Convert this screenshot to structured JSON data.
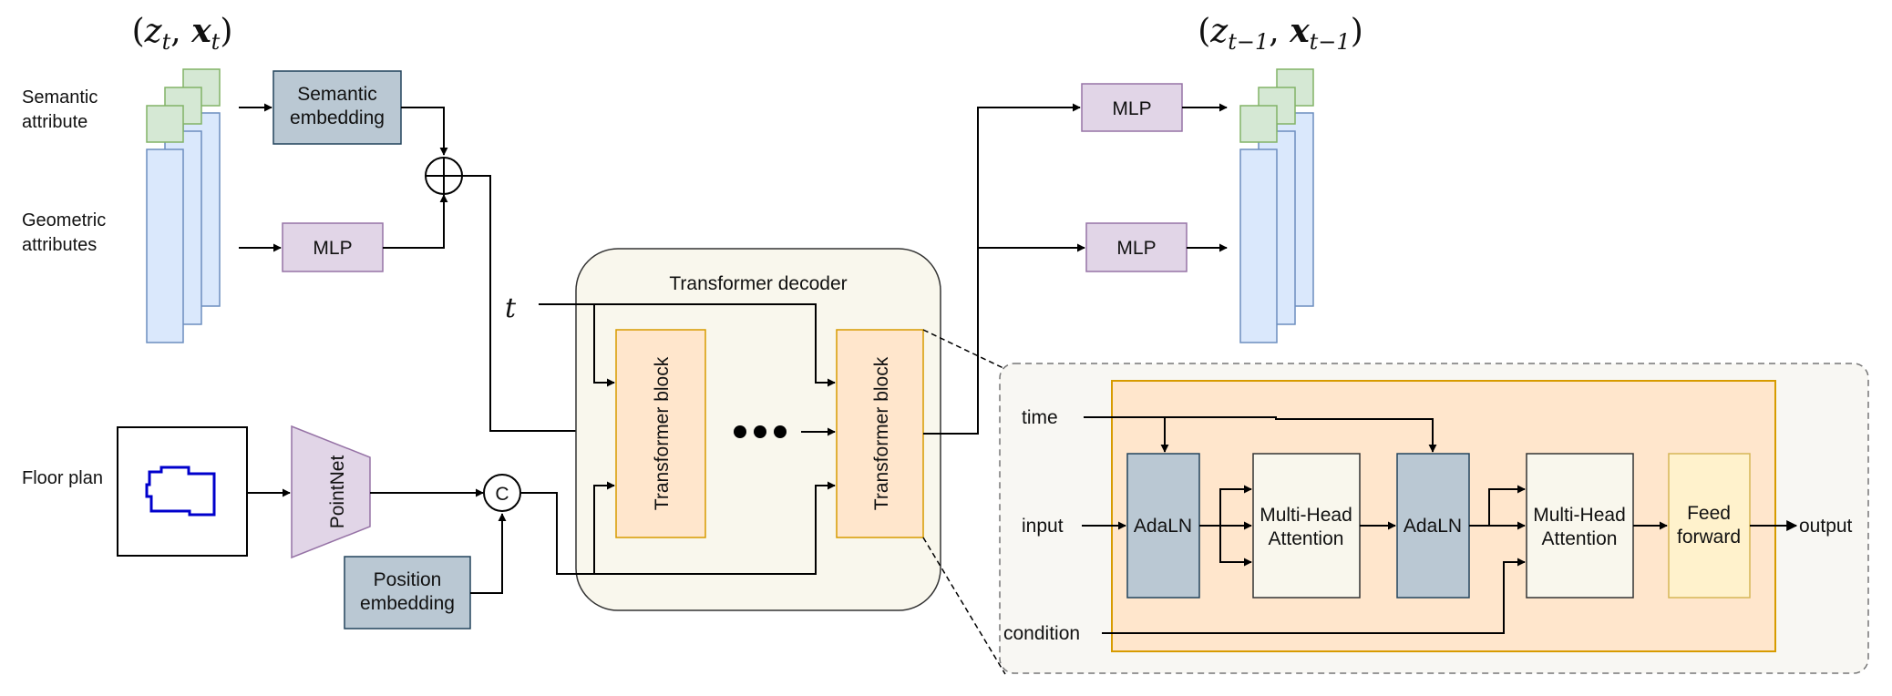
{
  "inputs": {
    "state_t": "(z_t, x_t)",
    "semantic_attribute": [
      "Semantic",
      "attribute"
    ],
    "geometric_attributes": [
      "Geometric",
      "attributes"
    ],
    "floor_plan": "Floor plan",
    "time_symbol": "t"
  },
  "encoders": {
    "semantic_embedding": [
      "Semantic",
      "embedding"
    ],
    "mlp": "MLP",
    "pointnet": "PointNet",
    "position_embedding": [
      "Position",
      "embedding"
    ],
    "concat_symbol": "C"
  },
  "decoder": {
    "title": "Transformer decoder",
    "block_label": "Transformer block"
  },
  "outputs": {
    "state_t_minus_1": "(z_{t-1}, x_{t-1})",
    "mlp_top": "MLP",
    "mlp_bottom": "MLP"
  },
  "detail": {
    "time": "time",
    "input": "input",
    "condition": "condition",
    "output": "output",
    "adaln": "AdaLN",
    "mha": [
      "Multi-Head",
      "Attention"
    ],
    "ff": [
      "Feed",
      "forward"
    ]
  },
  "colors": {
    "slot_green": "#d5e8d4",
    "slot_green_border": "#82b366",
    "slot_blue": "#dae8fc",
    "slot_blue_border": "#6c8ebf",
    "purple_fill": "#e1d5e7",
    "purple_border": "#9673a6",
    "slate_fill": "#bac8d3",
    "slate_border": "#23445d",
    "orange_fill": "#ffe6cc",
    "orange_border": "#d79b00",
    "decoder_fill": "#f9f7ed",
    "yellow_fill": "#fff2cc",
    "yellow_border": "#d6b656",
    "detail_bg": "#f8f7f3",
    "floorplan_blue": "#0000cc"
  }
}
